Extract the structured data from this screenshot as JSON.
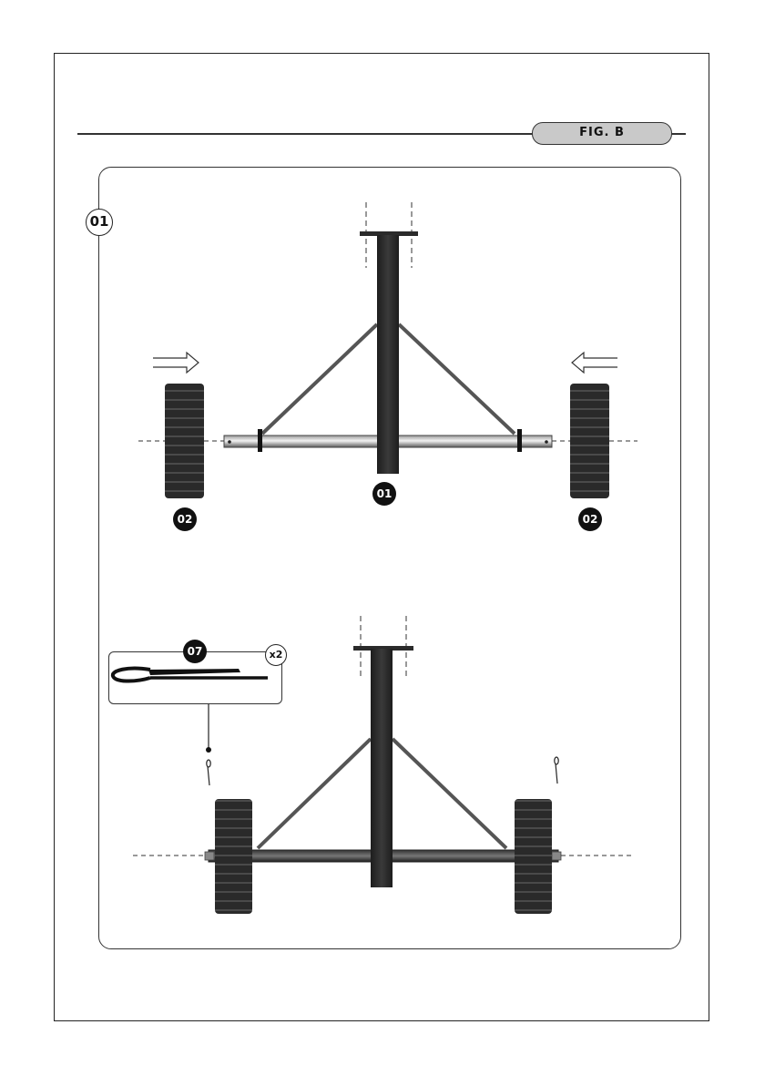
{
  "figure": {
    "label": "FIG. B"
  },
  "step": {
    "number": "01"
  },
  "top_view": {
    "frame_part": "01",
    "left_wheel_part": "02",
    "right_wheel_part": "02"
  },
  "bottom_view": {
    "pin_part": "07",
    "pin_quantity": "x2"
  },
  "colors": {
    "frame": "#2b2b2b",
    "wheel": "#2a2a2a",
    "tread_line": "#777777",
    "badge": "#111111",
    "fig_label_bg": "#c9c9c9"
  },
  "icons": {
    "insert_arrow_left": "hollow-arrow-right-icon",
    "insert_arrow_right": "hollow-arrow-left-icon",
    "pin": "cotter-pin-icon"
  }
}
